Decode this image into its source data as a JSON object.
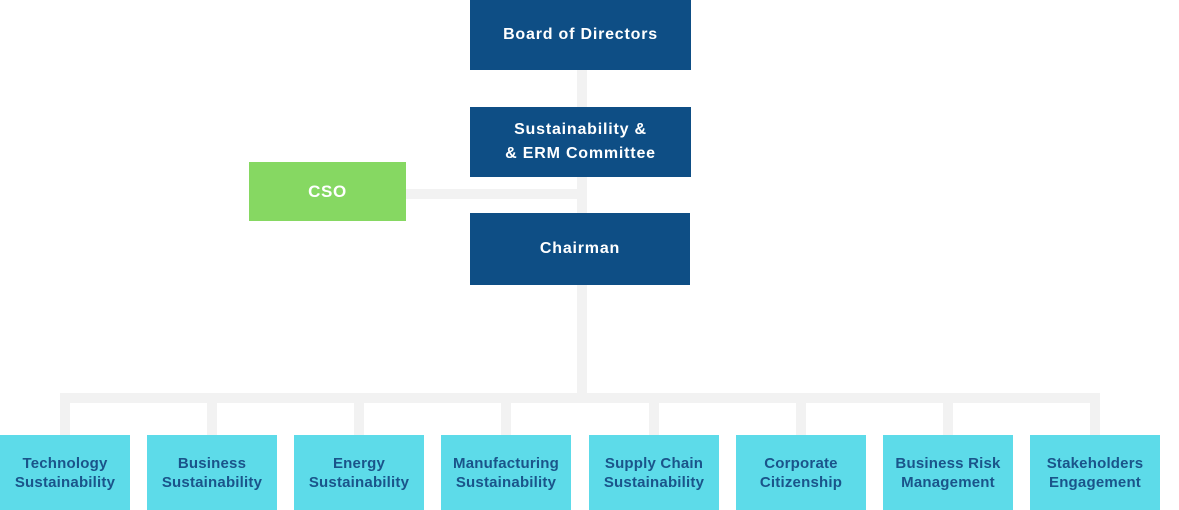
{
  "colors": {
    "primary_box": "#0E4E85",
    "accent_box": "#86D862",
    "department_box": "#5DDBE9",
    "connector_line": "#F2F2F2",
    "primary_text": "#FFFFFF",
    "department_text": "#1A548A"
  },
  "nodes": {
    "board": {
      "label": "Board of Directors"
    },
    "committee": {
      "label": "Sustainability &\n& ERM Committee"
    },
    "cso": {
      "label": "CSO"
    },
    "chairman": {
      "label": "Chairman"
    }
  },
  "departments": [
    {
      "label": "Technology\nSustainability"
    },
    {
      "label": "Business\nSustainability"
    },
    {
      "label": "Energy\nSustainability"
    },
    {
      "label": "Manufacturing\nSustainability"
    },
    {
      "label": "Supply Chain\nSustainability"
    },
    {
      "label": "Corporate\nCitizenship"
    },
    {
      "label": "Business Risk\nManagement"
    },
    {
      "label": "Stakeholders\nEngagement"
    }
  ]
}
